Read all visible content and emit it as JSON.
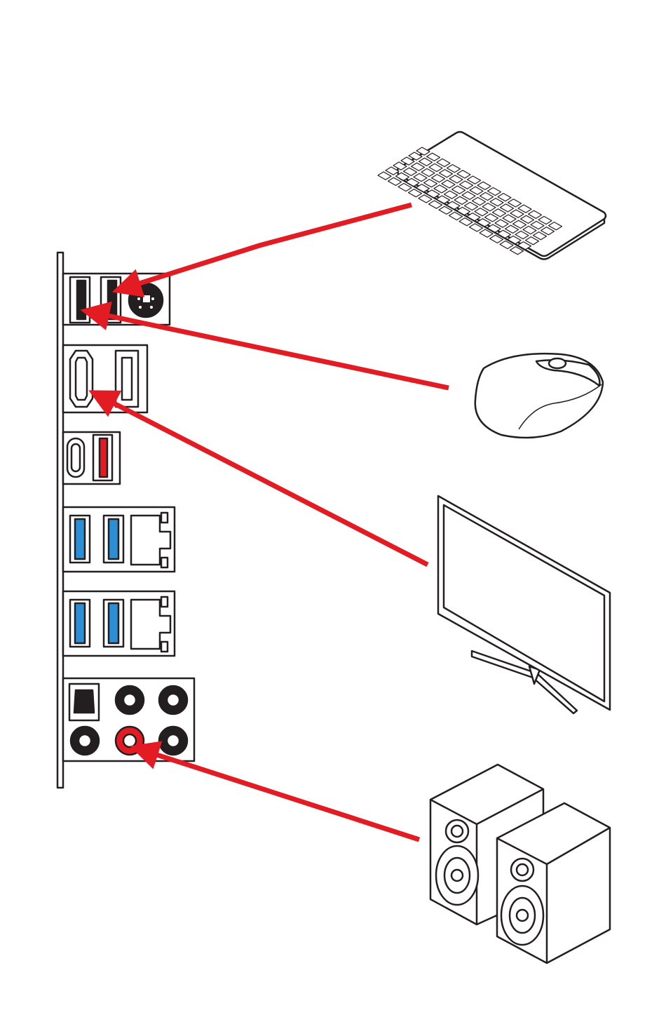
{
  "colors": {
    "arrow": "#e31b23",
    "outline": "#231f20",
    "usb3_blue": "#2b8fd6",
    "usb_red": "#e31b23",
    "audio_red": "#e31b23",
    "device_fill": "#ffffff"
  },
  "devices": [
    {
      "icon": "keyboard-icon",
      "connects_to": "usb-port"
    },
    {
      "icon": "mouse-icon",
      "connects_to": "usb-port"
    },
    {
      "icon": "monitor-icon",
      "connects_to": "hdmi-port"
    },
    {
      "icon": "speakers-icon",
      "connects_to": "audio-line-out-jack"
    }
  ]
}
